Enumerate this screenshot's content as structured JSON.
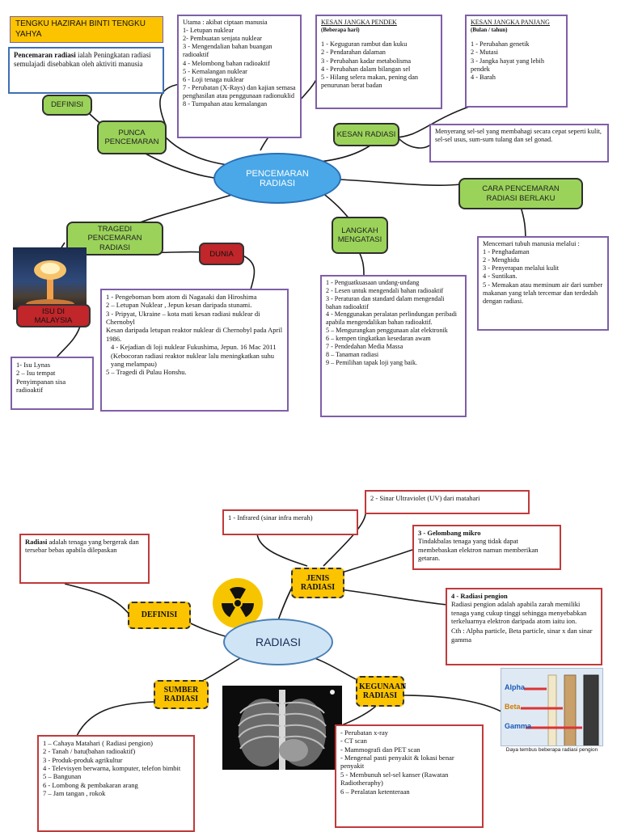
{
  "top": {
    "author": "TENGKU HAZIRAH BINTI TENGKU YAHYA",
    "center": "PENCEMARAN RADIASI",
    "definition_box": {
      "term": "Pencemaran radiasi",
      "text": " ialah Peningkatan radiasi semulajadi disebabkan oleh aktiviti manusia"
    },
    "labels": {
      "definisi": "DEFINISI",
      "punca": "PUNCA PENCEMARAN",
      "kesan": "KESAN RADIASI",
      "cara": "CARA PENCEMARAN RADIASI BERLAKU",
      "langkah": "LANGKAH MENGATASI",
      "tragedi": "TRAGEDI PENCEMARAN RADIASI",
      "dunia": "DUNIA",
      "isu": "ISU DI MALAYSIA"
    },
    "punca_list": [
      "Utama : akibat ciptaan manusia",
      "1- Letupan nuklear",
      "2- Pembuatan senjata nuklear",
      "3 - Mengendalian bahan buangan radioaktif",
      "4 - Melombong bahan radioaktif",
      "5 - Kemalangan nuklear",
      "6 - Loji tenaga nuklear",
      "7 - Perubatan (X-Rays) dan kajian semasa penghasilan atau penggunaan radionuklid",
      "8 - Tumpahan atau kemalangan"
    ],
    "kesan_pendek": {
      "title": "KESAN JANGKA PENDEK",
      "sub": "(Beberapa hari)",
      "items": [
        "1 - Keguguran rambut dan kuku",
        "2 - Pendarahan dalaman",
        "3 - Perubahan kadar metabolisma",
        "4 - Perubahan dalam bilangan sel",
        "5 - Hilang selera makan, pening dan penurunan berat badan"
      ]
    },
    "kesan_panjang": {
      "title": "KESAN JANGKA PANJANG",
      "sub": "(Bulan / tahun)",
      "items": [
        "1 - Perubahan genetik",
        "2 - Mutasi",
        "3 - Jangka hayat yang lebih pendek",
        "4 - Barah"
      ]
    },
    "kesan_note": "Menyerang sel-sel yang membahagi secara cepat seperti kulit, sel-sel usus, sum-sum tulang dan sel gonad.",
    "cara_list": [
      "Mencemari tubuh manusia melalui :",
      "1 - Penghadaman",
      "2 - Menghidu",
      "3 - Penyerapan melalui kulit",
      "4 - Suntikan.",
      "5 - Memakan atau meminum air dari sumber makanan yang telah tercemar dan terdedah dengan radiasi."
    ],
    "langkah_list": [
      "1 - Penguatkuasaan undang-undang",
      "2 - Lesen untuk mengendali bahan radioaktif",
      "3 - Peraturan dan standard dalam mengendali bahan radioaktif",
      "4 - Menggunakan peralatan perlindungan peribadi apabila mengendalikan bahan radioaktif.",
      "5 – Mengurangkan penggunaan alat elektronik",
      "6 – kempen tingkatkan kesedaran awam",
      "7 - Pendedahan Media Massa",
      "8 – Tanaman radiasi",
      "9 – Pemilihan tapak loji yang baik."
    ],
    "dunia_list": [
      "1 - Pengeboman bom atom di Nagasaki dan Hiroshima",
      "2 – Letupan Nuklear , Jepun kesan daripada stunami.",
      "3 - Pripyat, Ukraine – kota mati kesan radiasi nuklear di Chernobyl",
      "Kesan daripada letupan reaktor nuklear di Chernobyl pada April 1986.",
      "4 - Kejadian di loji nuklear Fukushima, Jepun. 16 Mac 2011 (Kebocoran radiasi reaktor nuklear lalu meningkatkan suhu yang melampau)",
      "5 – Tragedi di Pulau Honshu."
    ],
    "isu_list": [
      "1- Isu Lynas",
      "2 – Isu tempat Penyimpanan sisa radioaktif"
    ]
  },
  "bottom": {
    "center": "RADIASI",
    "labels": {
      "definisi": "DEFINISI",
      "jenis": "JENIS RADIASI",
      "sumber": "SUMBER RADIASI",
      "kegunaan": "KEGUNAAN RADIASI"
    },
    "definisi_box": {
      "term": "Radiasi",
      "text": " adalah tenaga yang bergerak dan tersebar bebas apabila dilepaskan"
    },
    "jenis": {
      "infrared": "1 - Infrared (sinar infra merah)",
      "uv": "2 - Sinar Ultraviolet (UV) dari matahari",
      "mikro_title": "3 - Gelombang mikro",
      "mikro_text": "Tindakbalas tenaga yang tidak dapat membebaskan elektron namun memberikan getaran.",
      "pengion_title": "4 - Radiasi pengion",
      "pengion_text": "Radiasi pengion adalah apabila zarah memiliki tenaga yang cukup tinggi sehingga menyebabkan terkeluarnya elektron daripada atom iaitu ion.",
      "pengion_cth": "Cth : Alpha particle, Beta particle, sinar x dan sinar gamma"
    },
    "penetration": {
      "caption": "Daya tembus beberapa radiasi pengion",
      "alpha": "Alpha",
      "beta": "Beta",
      "gamma": "Gamma"
    },
    "sumber_list": [
      "1 – Cahaya Matahari ( Radiasi pengion)",
      "2 - Tanah / batu(bahan radioaktif)",
      "3 - Produk-produk agrikultur",
      "4 - Televisyen berwarna, komputer, telefon bimbit",
      "5 – Bangunan",
      "6 - Lombong & pembakaran arang",
      "7 – Jam tangan , rokok"
    ],
    "kegunaan_list": [
      "- Perubatan x-ray",
      "- CT scan",
      "- Mammografi dan PET scan",
      "- Mengenal pasti penyakit & lokasi benar penyakit",
      "5 - Membunuh sel-sel kanser (Rawatan Radiotheraphy)",
      "6 – Peralatan ketenteraan"
    ]
  },
  "colors": {
    "green": "#9bd35a",
    "purple": "#7f5fa8",
    "blue": "#3f6fb5",
    "red": "#c03a3a",
    "yellow": "#fbc300",
    "oval": "#4aa8e8"
  }
}
